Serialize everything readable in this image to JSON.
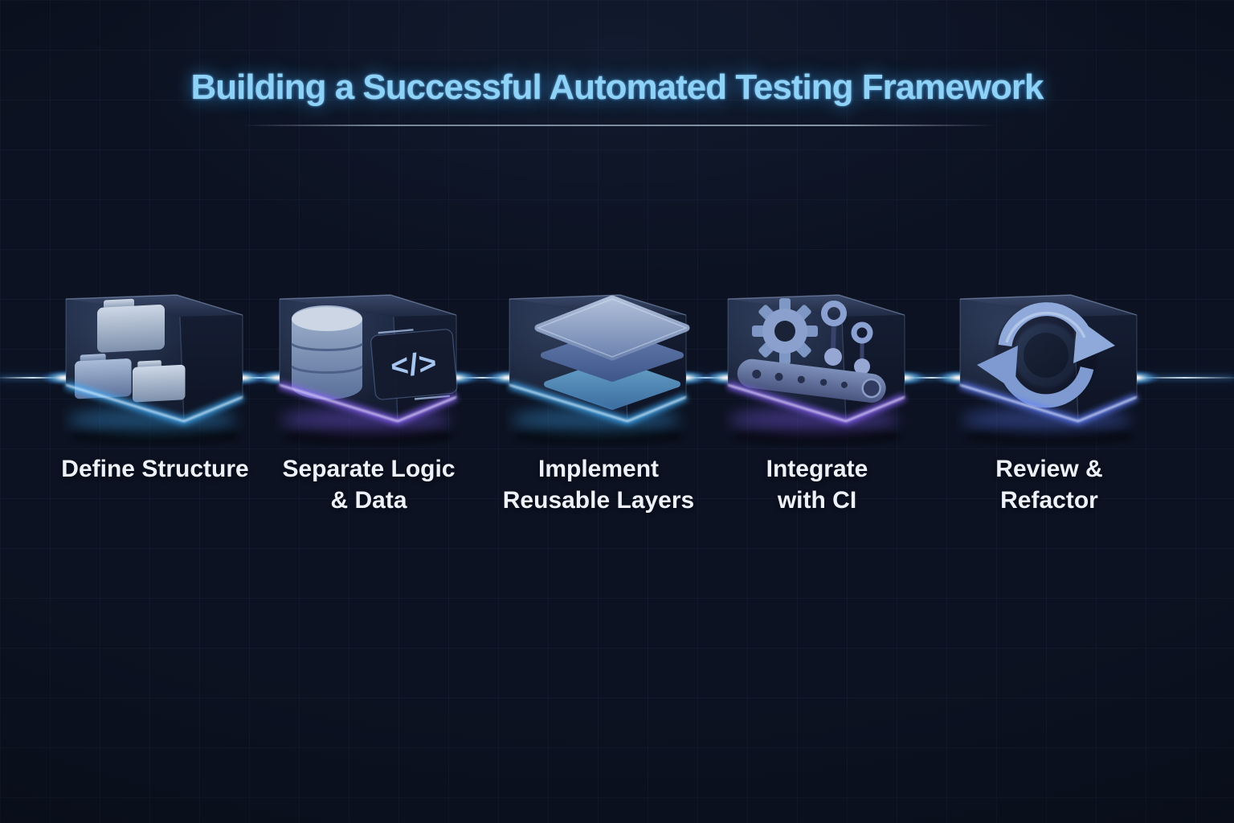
{
  "header": {
    "title": "Building a Successful Automated Testing Framework",
    "title_color": "#8ed2f8"
  },
  "flow_line": {
    "color": "#bfe4ff",
    "flare_color": "#6ec8ff"
  },
  "background": {
    "base_color": "#0c1221",
    "grid_color": "#7394c8"
  },
  "steps": [
    {
      "label": "Define Structure",
      "label_line2": "",
      "icon": "folder-hierarchy-icon",
      "glow": "#3fb0ff"
    },
    {
      "label": "Separate Logic",
      "label_line2": "& Data",
      "icon": "database-code-icon",
      "glow": "#8a63ff",
      "code_glyph": "</>"
    },
    {
      "label": "Implement",
      "label_line2": "Reusable Layers",
      "icon": "stacked-layers-icon",
      "glow": "#3fb0ff"
    },
    {
      "label": "Integrate",
      "label_line2": "with CI",
      "icon": "gear-pipeline-icon",
      "glow": "#8a63ff"
    },
    {
      "label": "Review &",
      "label_line2": "Refactor",
      "icon": "cycle-arrows-icon",
      "glow": "#5f7dff"
    }
  ]
}
